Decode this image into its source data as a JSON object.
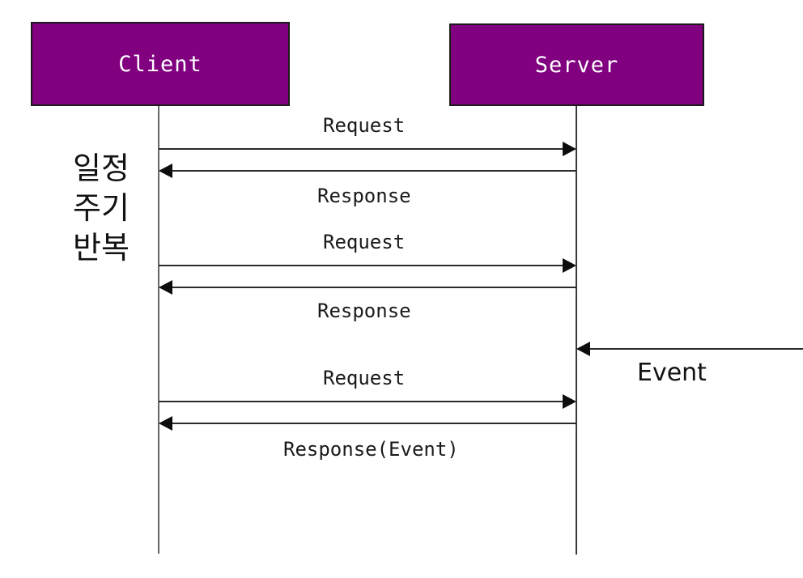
{
  "diagram": {
    "title": "Client-Server polling sequence diagram",
    "background_color": "#ffffff",
    "participant_fill": "#800080",
    "participant_text_color": "#ffffff",
    "line_color": "#2b2b2b"
  },
  "participants": [
    {
      "name": "client",
      "label": "Client"
    },
    {
      "name": "server",
      "label": "Server"
    }
  ],
  "notes": {
    "polling_note": "일정\n주기\n반복",
    "polling_note_line1": "일정",
    "polling_note_line2": "주기",
    "polling_note_line3": "반복"
  },
  "messages": [
    {
      "index": 1,
      "label": "Request",
      "from": "client",
      "to": "server",
      "direction": "right"
    },
    {
      "index": 2,
      "label": "Response",
      "from": "server",
      "to": "client",
      "direction": "left"
    },
    {
      "index": 3,
      "label": "Request",
      "from": "client",
      "to": "server",
      "direction": "right"
    },
    {
      "index": 4,
      "label": "Response",
      "from": "server",
      "to": "client",
      "direction": "left"
    },
    {
      "index": 5,
      "label": "Event",
      "from": "external",
      "to": "server",
      "direction": "left"
    },
    {
      "index": 6,
      "label": "Request",
      "from": "client",
      "to": "server",
      "direction": "right"
    },
    {
      "index": 7,
      "label": "Response(Event)",
      "from": "server",
      "to": "client",
      "direction": "left"
    }
  ]
}
